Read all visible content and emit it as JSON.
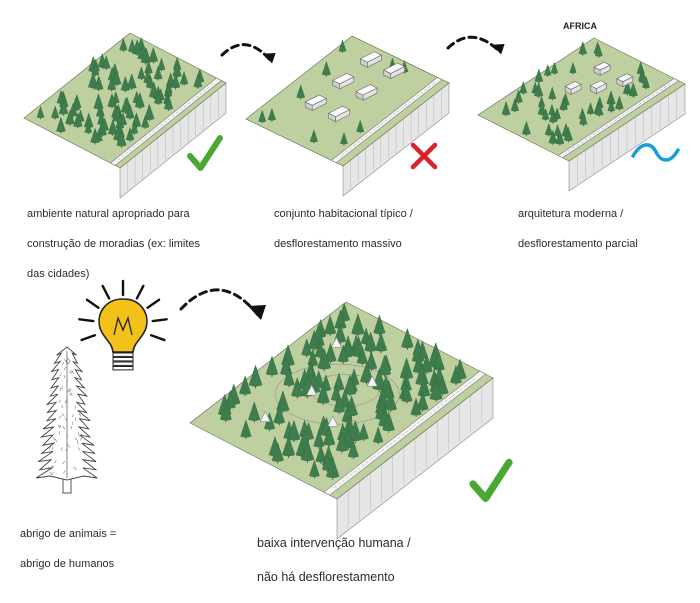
{
  "colors": {
    "terrain_top": "#bfd0a0",
    "terrain_side": "#e6e6e6",
    "tree": "#3f7d4e",
    "tree_dark": "#2f6a3d",
    "check": "#4aa832",
    "cross": "#d8232e",
    "wave": "#1a9fd4",
    "bulb": "#f2c21b",
    "arrow": "#111111"
  },
  "icons": [
    "check-icon",
    "cross-icon",
    "wave-icon",
    "light-bulb-icon",
    "curved-arrow-icon",
    "tall-tree-icon"
  ],
  "panel1": {
    "symbol": "check",
    "caption": [
      "ambiente natural  apropriado para",
      "construção de moradias (ex: limites",
      "das cidades)"
    ]
  },
  "panel2": {
    "symbol": "cross",
    "caption": [
      "conjunto habitacional típico /",
      "desflorestamento massivo"
    ]
  },
  "panel3": {
    "symbol": "wave",
    "label": "AFRICA",
    "caption": [
      "arquitetura moderna /",
      "desflorestamento parcial"
    ]
  },
  "tall_tree": {
    "caption": [
      "abrigo de animais =",
      "abrigo de humanos"
    ]
  },
  "panel4": {
    "symbol": "check",
    "caption": [
      "baixa intervenção humana /",
      "não há desflorestamento"
    ]
  }
}
